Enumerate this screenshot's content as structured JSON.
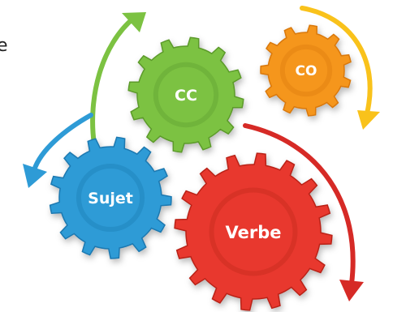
{
  "edge_text": "e",
  "gears": [
    {
      "id": "cc",
      "label": "CC",
      "color": "#7cc242",
      "dark": "#5b9a2a"
    },
    {
      "id": "co",
      "label": "CO",
      "color": "#f5961e",
      "dark": "#d97808"
    },
    {
      "id": "sujet",
      "label": "Sujet",
      "color": "#2e9bd6",
      "dark": "#1c78b0"
    },
    {
      "id": "verbe",
      "label": "Verbe",
      "color": "#e8382f",
      "dark": "#b92219"
    }
  ],
  "arrows": [
    {
      "id": "green",
      "color": "#7cc242"
    },
    {
      "id": "yellow",
      "color": "#f9c21b"
    },
    {
      "id": "blue",
      "color": "#2e9bd6"
    },
    {
      "id": "red",
      "color": "#d62a26"
    }
  ]
}
